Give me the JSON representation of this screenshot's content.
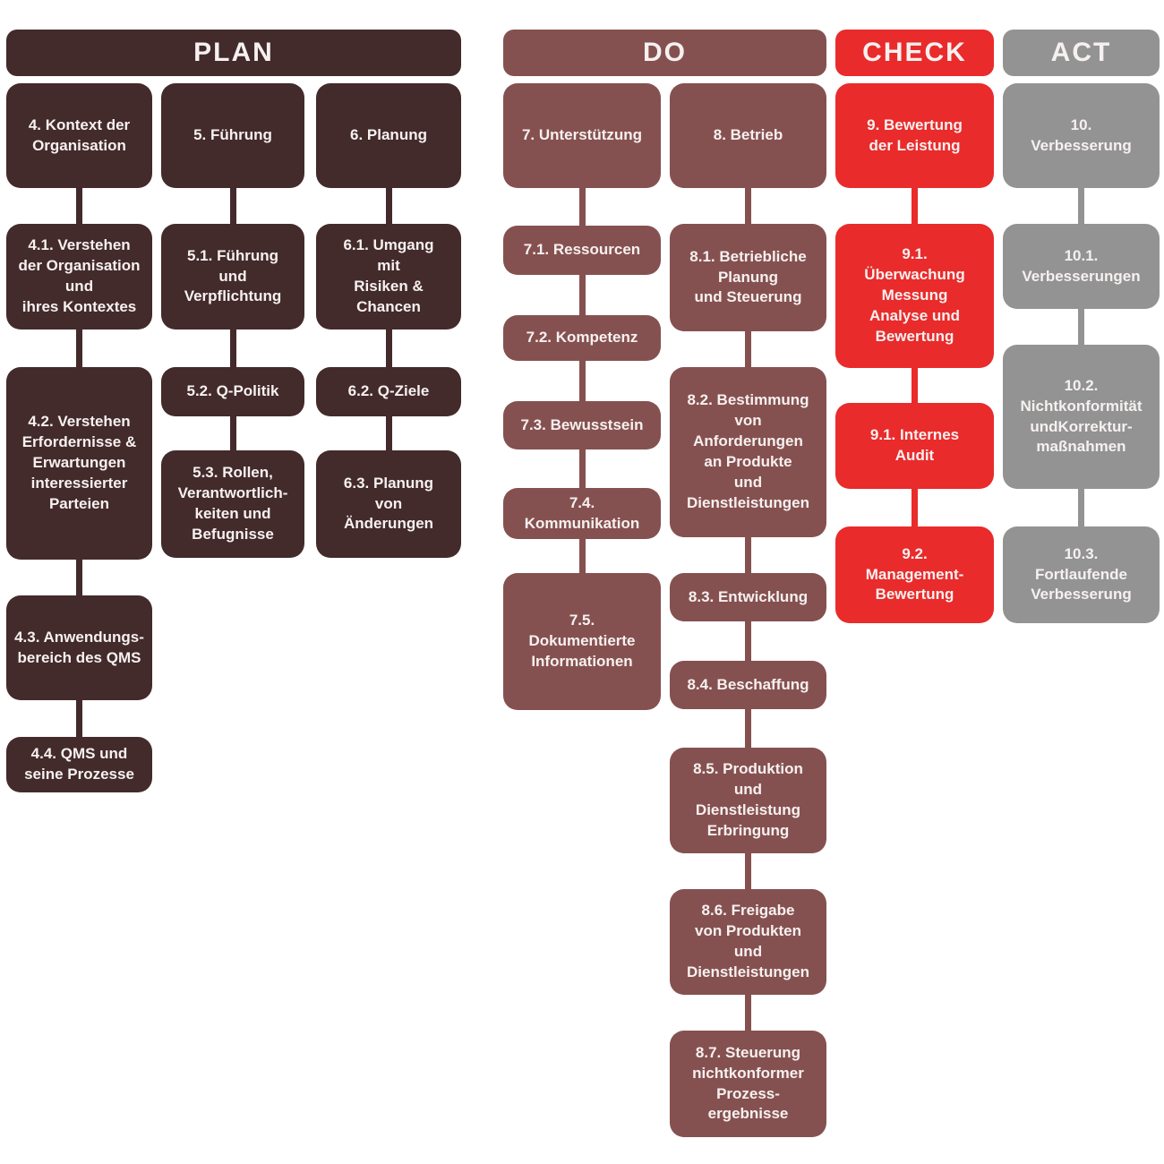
{
  "colors": {
    "plan": "#432A2B",
    "do": "#855150",
    "check": "#E92B2B",
    "act": "#939393",
    "text": "#F6F1F0",
    "background": "#FFFFFF"
  },
  "headers": [
    {
      "label": "PLAN"
    },
    {
      "label": "DO"
    },
    {
      "label": "CHECK"
    },
    {
      "label": "ACT"
    }
  ],
  "columns": [
    {
      "items": [
        {
          "label": "4. Kontext der\nOrganisation"
        },
        {
          "label": "4.1. Verstehen\nder Organisation\nund\nihres Kontextes"
        },
        {
          "label": "4.2. Verstehen\nErfordernisse &\nErwartungen\ninteressierter\nParteien"
        },
        {
          "label": "4.3. Anwendungs-\nbereich des QMS"
        },
        {
          "label": "4.4. QMS und\nseine Prozesse"
        }
      ]
    },
    {
      "items": [
        {
          "label": "5. Führung"
        },
        {
          "label": "5.1. Führung\nund\nVerpflichtung"
        },
        {
          "label": "5.2. Q-Politik"
        },
        {
          "label": "5.3. Rollen,\nVerantwortlich-\nkeiten und\nBefugnisse"
        }
      ]
    },
    {
      "items": [
        {
          "label": "6. Planung"
        },
        {
          "label": "6.1. Umgang\nmit\nRisiken & Chancen"
        },
        {
          "label": "6.2. Q-Ziele"
        },
        {
          "label": "6.3. Planung\nvon\nÄnderungen"
        }
      ]
    },
    {
      "items": [
        {
          "label": "7. Unterstützung"
        },
        {
          "label": "7.1. Ressourcen"
        },
        {
          "label": "7.2. Kompetenz"
        },
        {
          "label": "7.3. Bewusstsein"
        },
        {
          "label": "7.4.\nKommunikation"
        },
        {
          "label": "7.5.\nDokumentierte\nInformationen"
        }
      ]
    },
    {
      "items": [
        {
          "label": "8. Betrieb"
        },
        {
          "label": "8.1. Betriebliche\nPlanung\nund Steuerung"
        },
        {
          "label": "8.2. Bestimmung\nvon\nAnforderungen\nan Produkte\nund\nDienstleistungen"
        },
        {
          "label": "8.3. Entwicklung"
        },
        {
          "label": "8.4. Beschaffung"
        },
        {
          "label": "8.5. Produktion\nund\nDienstleistung\nErbringung"
        },
        {
          "label": "8.6. Freigabe\nvon Produkten\nund\nDienstleistungen"
        },
        {
          "label": "8.7. Steuerung\nnichtkonformer\nProzess-\nergebnisse"
        }
      ]
    },
    {
      "items": [
        {
          "label": "9. Bewertung\nder Leistung"
        },
        {
          "label": "9.1.\nÜberwachung\nMessung\nAnalyse und\nBewertung"
        },
        {
          "label": "9.1. Internes\nAudit"
        },
        {
          "label": "9.2.\nManagement-\nBewertung"
        }
      ]
    },
    {
      "items": [
        {
          "label": "10.\nVerbesserung"
        },
        {
          "label": "10.1.\nVerbesserungen"
        },
        {
          "label": "10.2.\nNichtkonformität\nundKorrektur-\nmaßnahmen"
        },
        {
          "label": "10.3.\nFortlaufende\nVerbesserung"
        }
      ]
    }
  ]
}
